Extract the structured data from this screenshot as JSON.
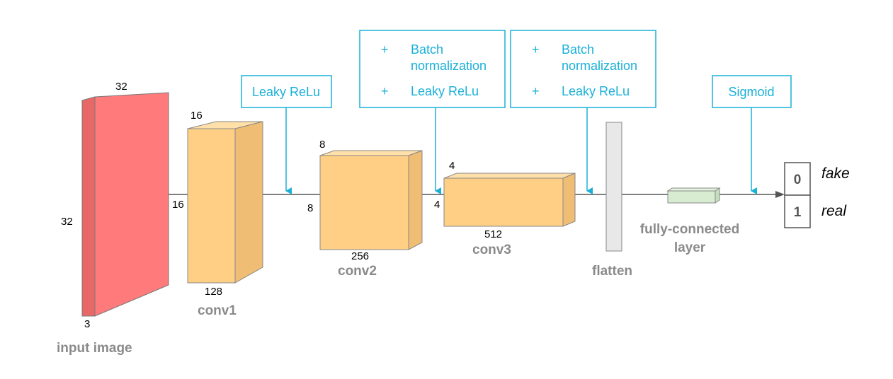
{
  "colors": {
    "input": "#ff7a7a",
    "conv": "#ffcf86",
    "flatten": "#e8e8e8",
    "dense": "#d8ecd2",
    "activation": "#1ab0d8",
    "line": "#555555"
  },
  "input_image": {
    "label": "input image",
    "top_dim": "32",
    "side_dim": "32",
    "depth_dim": "3"
  },
  "conv1": {
    "label": "conv1",
    "top_dim": "16",
    "side_dim": "16",
    "depth_dim": "128"
  },
  "conv2": {
    "label": "conv2",
    "top_dim": "8",
    "side_dim": "8",
    "depth_dim": "256"
  },
  "conv3": {
    "label": "conv3",
    "top_dim": "4",
    "side_dim": "4",
    "depth_dim": "512"
  },
  "flatten": {
    "label": "flatten"
  },
  "dense": {
    "label_line1": "fully-connected",
    "label_line2": "layer"
  },
  "activations": {
    "leaky1": "Leaky ReLu",
    "block2": {
      "bullet": "+",
      "line1": "Batch",
      "line2": "normalization",
      "line3": "Leaky ReLu"
    },
    "block3": {
      "bullet": "+",
      "line1": "Batch",
      "line2": "normalization",
      "line3": "Leaky ReLu"
    },
    "sigmoid": "Sigmoid"
  },
  "output": {
    "cells": [
      {
        "value": "0",
        "label": "fake"
      },
      {
        "value": "1",
        "label": "real"
      }
    ]
  }
}
